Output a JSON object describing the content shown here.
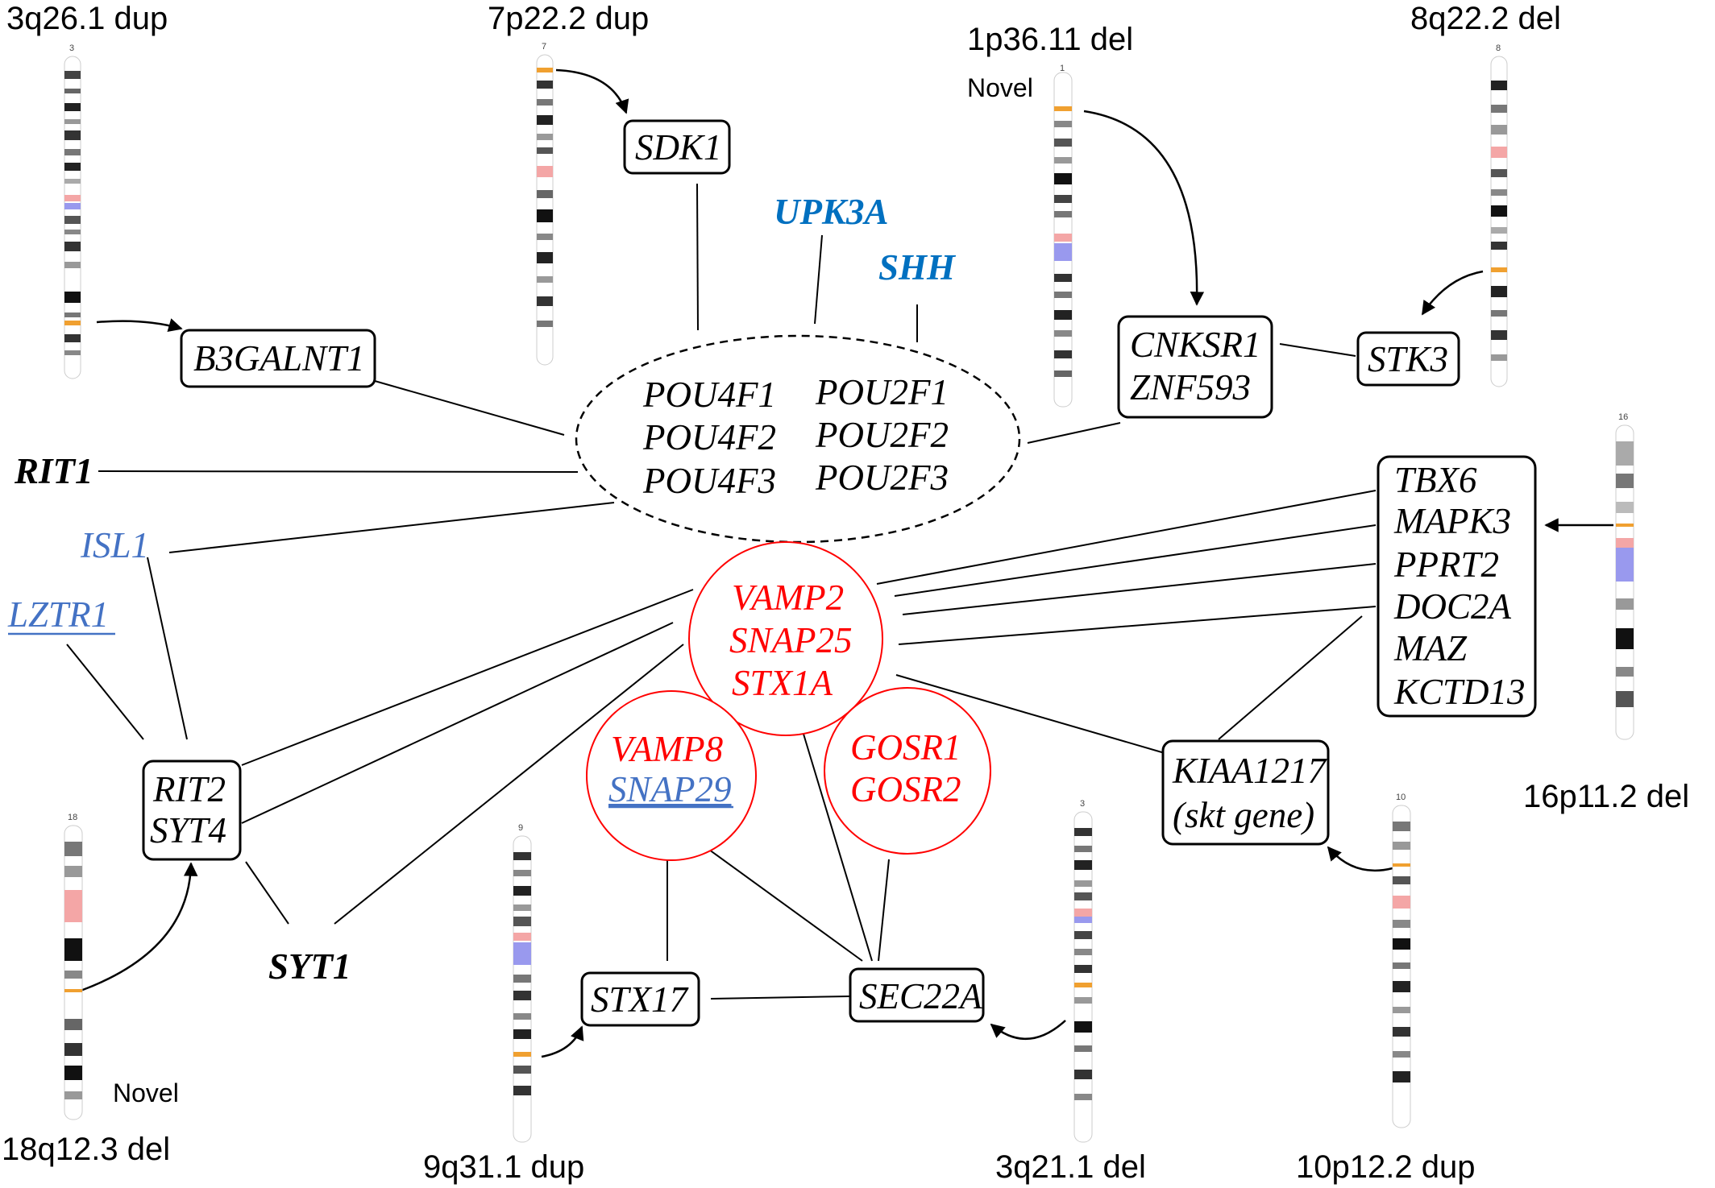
{
  "regions": {
    "r3q26": "3q26.1 dup",
    "r7p22": "7p22.2 dup",
    "r1p36": "1p36.11 del",
    "r8q22": "8q22.2 del",
    "r16p11": "16p11.2 del",
    "r18q12": "18q12.3 del",
    "r9q31": "9q31.1 dup",
    "r3q21": "3q21.1 del",
    "r10p12": "10p12.2 dup"
  },
  "novel": {
    "n1": "Novel",
    "n18": "Novel"
  },
  "chromosome_numbers": {
    "c3a": "3",
    "c7": "7",
    "c1": "1",
    "c8": "8",
    "c16": "16",
    "c18": "18",
    "c9": "9",
    "c3b": "3",
    "c10": "10"
  },
  "genes": {
    "sdk1": "SDK1",
    "upk3a": "UPK3A",
    "shh": "SHH",
    "b3galnt1": "B3GALNT1",
    "cnksr1": "CNKSR1",
    "znf593": "ZNF593",
    "stk3": "STK3",
    "pou4f1": "POU4F1",
    "pou4f2": "POU4F2",
    "pou4f3": "POU4F3",
    "pou2f1": "POU2F1",
    "pou2f2": "POU2F2",
    "pou2f3": "POU2F3",
    "rit1": "RIT1",
    "isl1": "ISL1",
    "lztr1": "LZTR1",
    "tbx6": "TBX6",
    "mapk3": "MAPK3",
    "pprt2": "PPRT2",
    "doc2a": "DOC2A",
    "maz": "MAZ",
    "kctd13": "KCTD13",
    "vamp2": "VAMP2",
    "snap25": "SNAP25",
    "stx1a": "STX1A",
    "vamp8": "VAMP8",
    "snap29": "SNAP29",
    "gosr1": "GOSR1",
    "gosr2": "GOSR2",
    "rit2": "RIT2",
    "syt4": "SYT4",
    "syt1": "SYT1",
    "kiaa1217": "KIAA1217",
    "skt": "(skt gene)",
    "stx17": "STX17",
    "sec22a": "SEC22A"
  },
  "colors": {
    "red_cluster": "#ff0000",
    "upstream_blue": "#0070c0",
    "light_blue": "#4472c4",
    "centromere": "#f4a6a6",
    "heterochromatin": "#9999ee",
    "highlight_band": "#f0a030"
  }
}
